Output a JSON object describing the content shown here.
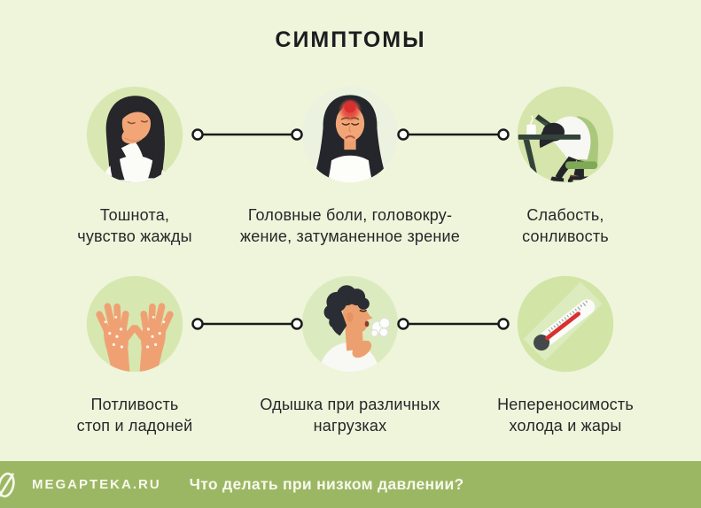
{
  "title": "СИМПТОМЫ",
  "symptoms": [
    {
      "icon": "nausea-icon",
      "lines": [
        "Тошнота,",
        "чувство жажды"
      ]
    },
    {
      "icon": "headache-icon",
      "lines": [
        "Головные боли, головокру-",
        "жение, затуманенное зрение"
      ]
    },
    {
      "icon": "fatigue-icon",
      "lines": [
        "Слабость,",
        "сонливость"
      ]
    },
    {
      "icon": "sweaty-palms-icon",
      "lines": [
        "Потливость",
        "стоп и ладоней"
      ]
    },
    {
      "icon": "dyspnea-icon",
      "lines": [
        "Одышка при различных",
        "нагрузках"
      ]
    },
    {
      "icon": "thermometer-icon",
      "lines": [
        "Непереносимость",
        "холода и жары"
      ]
    }
  ],
  "footer": {
    "logo_text": "MEGAPTEKA.RU",
    "tagline": "Что делать при низком давлении?"
  },
  "colors": {
    "background": "#eef5da",
    "footer_bar": "#9cb763",
    "circle_green": "#d8e8b2",
    "connector": "#1a1a1a",
    "text": "#24282b",
    "title_text": "#1b1e20",
    "footer_text": "#f7f9ed",
    "accent_red": "#d8312e",
    "skin": "#f0a173",
    "hair": "#26262b"
  }
}
